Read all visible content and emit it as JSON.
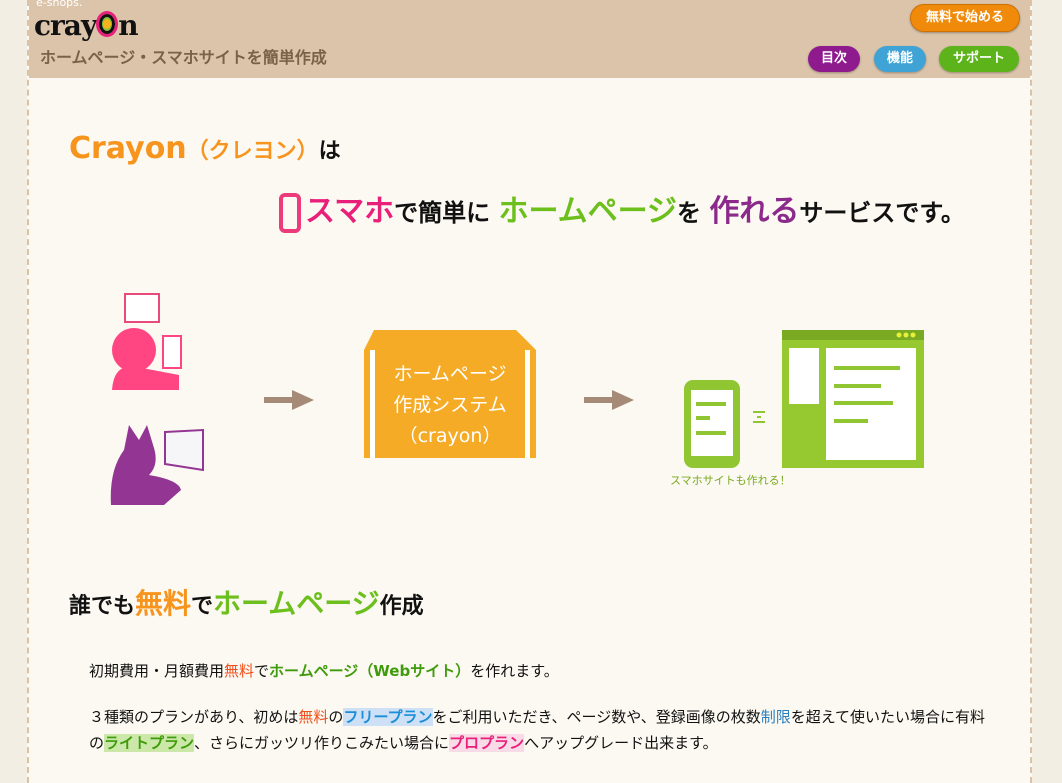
{
  "header": {
    "logo_small": "e-shops.",
    "logo": "crayon",
    "tagline": "ホームページ・スマホサイトを簡単作成",
    "start_button": "無料で始める",
    "nav": [
      "目次",
      "機能",
      "サポート"
    ]
  },
  "hero": {
    "brand": "Crayon",
    "brand_reading": "（クレヨン）",
    "wa": "は",
    "line2": [
      "スマホ",
      "で簡単に ",
      "ホームページ",
      "を ",
      "作れる",
      "サービスです。"
    ]
  },
  "diagram": {
    "box_lines": [
      "ホームページ",
      "作成システム",
      "（crayon）"
    ],
    "caption": "スマホサイトも作れる！"
  },
  "section": {
    "title": [
      "誰でも",
      "無料",
      "で",
      "ホームページ",
      "作成"
    ]
  },
  "para1": [
    "初期費用・月額費用",
    "無料",
    "で",
    "ホームページ（Webサイト）",
    "を作れます。"
  ],
  "para2": [
    "３種類のプランがあり、初めは",
    "無料",
    "の",
    "フリープラン",
    "をご利用いただき、ページ数や、登録画像の枚数",
    "制限",
    "を超えて使いたい場合に有料の",
    "ライトプラン",
    "、さらにガッツリ作りこみたい場合に",
    "プロプラン",
    "へアップグレード出来ます。"
  ],
  "colors": {
    "header": "#dbc4aa",
    "orange": "#f7941d",
    "pink": "#e8207a",
    "green": "#6cbf1c",
    "purple": "#8b2a8b"
  }
}
